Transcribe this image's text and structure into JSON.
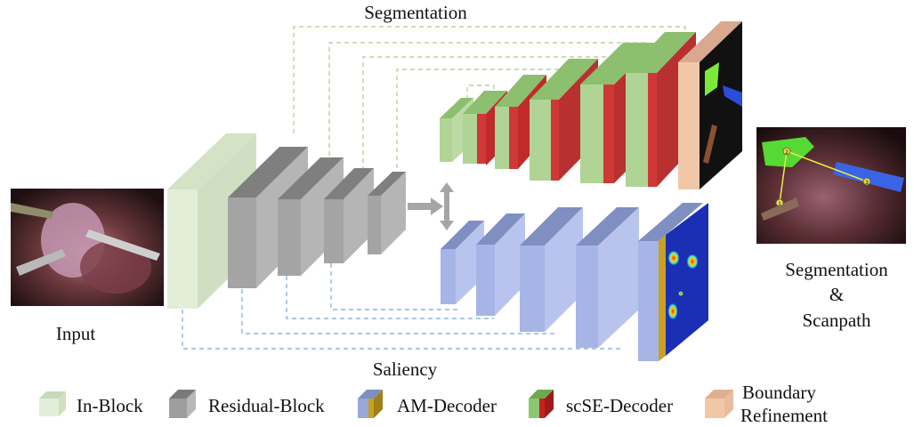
{
  "labels": {
    "segmentation_top": "Segmentation",
    "saliency_bottom": "Saliency",
    "input": "Input",
    "output_line1": "Segmentation",
    "output_line2": "&",
    "output_line3": "Scanpath"
  },
  "legend": [
    {
      "label": "In-Block",
      "color": "#d8e6cc"
    },
    {
      "label": "Residual-Block",
      "color": "#9e9e9e"
    },
    {
      "label": "AM-Decoder",
      "color": "#9aa8d8",
      "accent": "#c9a020"
    },
    {
      "label": "scSE-Decoder",
      "color": "#8cc870",
      "accent": "#c82020"
    },
    {
      "label": "Boundary",
      "label2": "Refinement",
      "color": "#f0c8a8"
    }
  ],
  "colors": {
    "in_block": "#e3eed8",
    "residual": "#a9a9a9",
    "am_decoder": "#a7b5e6",
    "scse_green": "#a9d08e",
    "scse_red": "#b83030",
    "boundary": "#f0c8a8",
    "seg_skip": "#bcd29a",
    "sal_skip": "#8eb6dc"
  },
  "scanpath_points": [
    "1",
    "2",
    "3"
  ]
}
